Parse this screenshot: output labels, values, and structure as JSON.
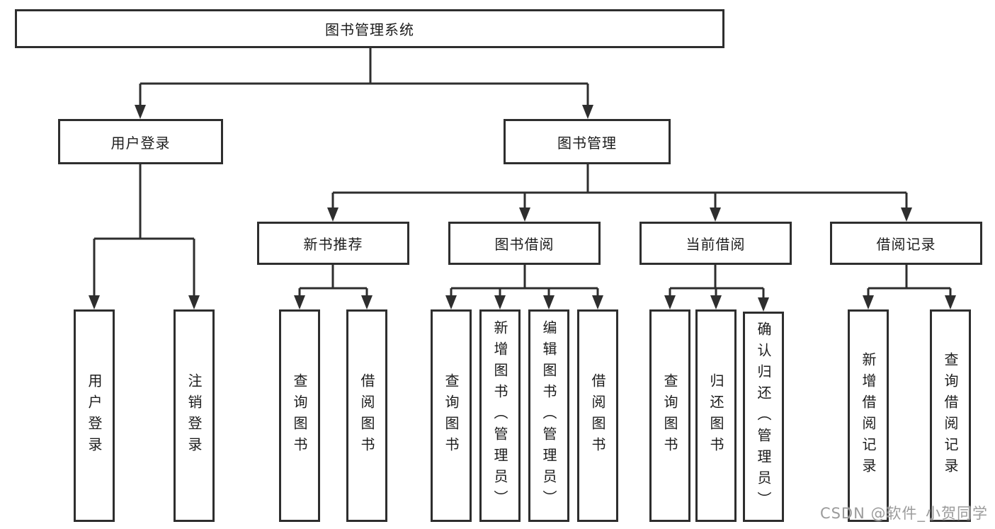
{
  "diagram": {
    "title": "图书管理系统",
    "level2": {
      "user_login": "用户登录",
      "book_management": "图书管理"
    },
    "level3": {
      "new_book_recommend": "新书推荐",
      "book_borrowing": "图书借阅",
      "current_borrowing": "当前借阅",
      "borrowing_records": "借阅记录"
    },
    "leaves": {
      "user_login": "用户登录",
      "logout": "注销登录",
      "nb_query_books": "查询图书",
      "nb_borrow_books": "借阅图书",
      "bb_query_books": "查询图书",
      "bb_add_books": "新增图书（管理员）",
      "bb_edit_books": "编辑图书（管理员）",
      "bb_borrow_books": "借阅图书",
      "cb_query_books": "查询图书",
      "cb_return_books": "归还图书",
      "cb_confirm_return": "确认归还（管理员）",
      "br_add_record": "新增借阅记录",
      "br_query_record": "查询借阅记录"
    }
  },
  "watermark": "CSDN @软件_小贺同学",
  "colors": {
    "line": "#2e2e2e",
    "text": "#1c1c1c",
    "watermark_text": "#9b9b9b",
    "background": "#ffffff"
  }
}
